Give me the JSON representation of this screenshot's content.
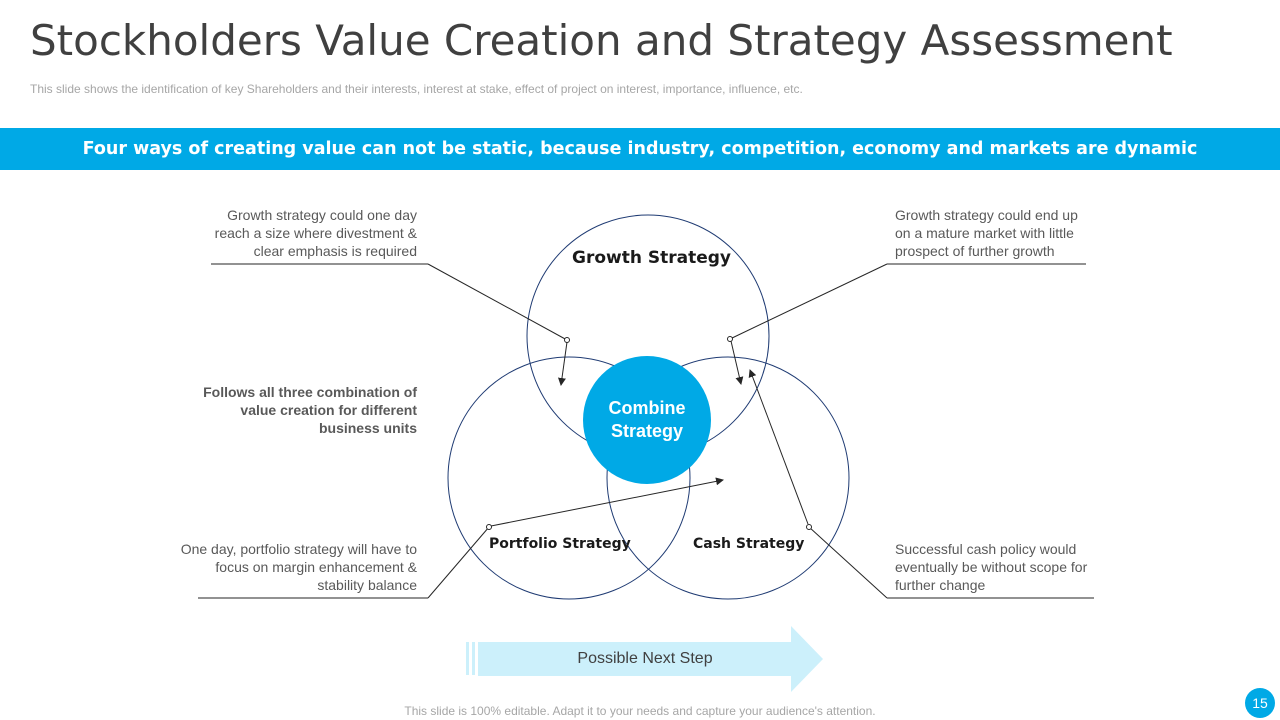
{
  "slide": {
    "title": "Stockholders Value Creation and Strategy Assessment",
    "subtitle": "This slide shows the identification of key Shareholders  and their interests, interest at stake, effect of project on interest, importance, influence, etc.",
    "banner": "Four ways of creating value can not be static, because industry, competition, economy and markets are dynamic",
    "footer": "This slide is 100% editable. Adapt it to your needs and capture your audience's attention.",
    "page_number": "15"
  },
  "diagram": {
    "circles": {
      "growth": "Growth Strategy",
      "portfolio": "Portfolio Strategy",
      "cash": "Cash Strategy",
      "combine": "Combine Strategy"
    },
    "notes": {
      "top_left": "Growth strategy could one day reach a size where divestment & clear emphasis is required",
      "top_right": "Growth strategy could end up on a mature market with little prospect of further growth",
      "middle_left": "Follows all three combination of value creation for different business units",
      "bottom_left": "One day, portfolio strategy will have to focus on margin enhancement & stability balance",
      "bottom_right": "Successful cash policy would eventually be without scope for further change"
    },
    "next_step": "Possible Next Step"
  },
  "colors": {
    "accent": "#00a9e6",
    "circle_stroke": "#1f3b73",
    "arrow_fill": "#ccf0fb"
  }
}
